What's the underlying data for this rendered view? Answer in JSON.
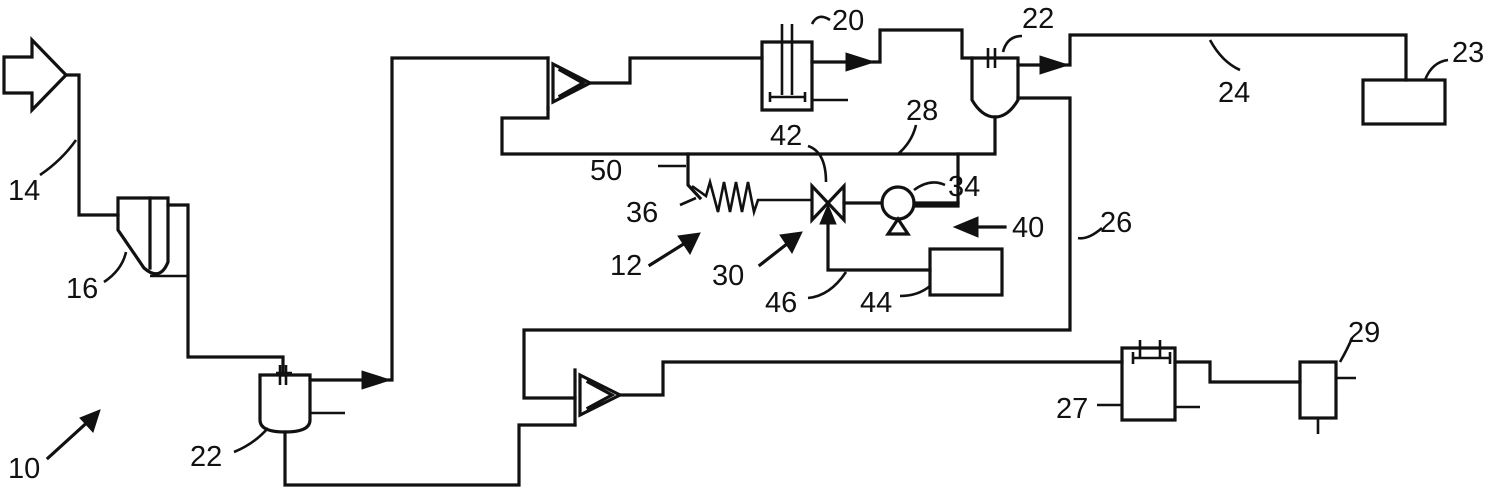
{
  "diagram": {
    "labels": {
      "system": "10",
      "subsystem": "12",
      "line_14": "14",
      "unit_16": "16",
      "unit_20": "20",
      "unit_22_top": "22",
      "unit_22_bottom": "22",
      "unit_23": "23",
      "line_24": "24",
      "line_26": "26",
      "unit_27": "27",
      "line_28": "28",
      "unit_29": "29",
      "valve_assembly_30": "30",
      "pump_34": "34",
      "coil_36": "36",
      "arrow_40": "40",
      "valve_42": "42",
      "controller_44": "44",
      "signal_46": "46",
      "line_50": "50"
    }
  }
}
